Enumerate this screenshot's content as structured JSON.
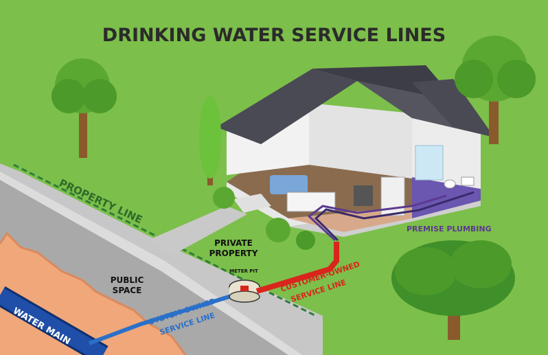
{
  "title": "DRINKING WATER SERVICE LINES",
  "labels": {
    "property_line": "PROPERTY LINE",
    "private_property_1": "PRIVATE",
    "private_property_2": "PROPERTY",
    "public_space_1": "PUBLIC",
    "public_space_2": "SPACE",
    "meter_pit": "METER PIT",
    "customer_owned_1": "CUSTOMER-OWNED",
    "customer_owned_2": "SERVICE LINE",
    "system_owned_1": "SYSTEM-OWNED",
    "system_owned_2": "SERVICE LINE",
    "water_main": "WATER MAIN",
    "premise_plumbing": "PREMISE PLUMBING"
  },
  "colors": {
    "grass": "#7cbf4a",
    "road": "#b9b9b9",
    "soil": "#f0a77a",
    "water_main": "#1f4fa8",
    "system_owned": "#2a70c9",
    "customer_owned": "#d9251c",
    "premise_plumbing": "#5b3a8f",
    "roof": "#4a4a55",
    "wall": "#f2f2f2",
    "title": "#2b2b2b"
  }
}
